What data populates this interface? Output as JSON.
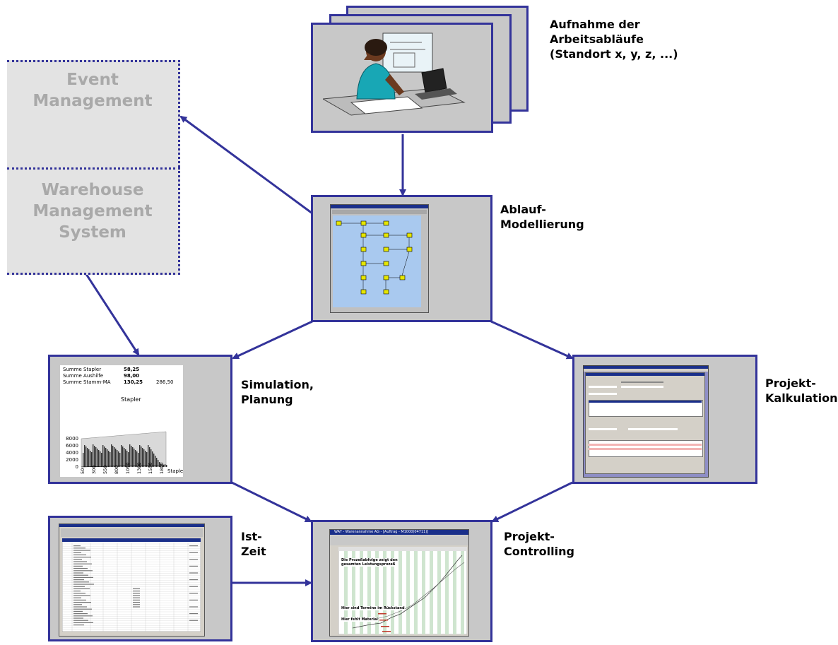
{
  "ghost_boxes": {
    "event_management": "Event\nManagement",
    "warehouse_management": "Warehouse\nManagement\nSystem"
  },
  "labels": {
    "aufnahme": "Aufnahme der\nArbeitsabläufe\n(Standort x, y, z, ...)",
    "ablauf": "Ablauf-\nModellierung",
    "simulation": "Simulation,\nPlanung",
    "kalkulation": "Projekt-\nKalkulation",
    "istzeit": "Ist-\nZeit",
    "controlling": "Projekt-\nControlling"
  },
  "simulation_thumb": {
    "rows": [
      {
        "label": "Summe Stapler",
        "v1": "58,25",
        "v2": ""
      },
      {
        "label": "Summe Aushilfe",
        "v1": "98,00",
        "v2": ""
      },
      {
        "label": "Summe Stamm-MA",
        "v1": "130,25",
        "v2": "286,50"
      }
    ],
    "chart_title": "Stapler",
    "y_ticks": [
      "8000",
      "6000",
      "4000",
      "2000",
      "0"
    ],
    "x_ticks": [
      "50",
      "300",
      "550",
      "800",
      "1050",
      "1300",
      "1550",
      "1800"
    ],
    "x_axis_label": "Stapler"
  },
  "controlling_thumb": {
    "title": "WAY - Warenannahme AG - [Auftrag - M1000(04711)]",
    "note1": "Die Prozeßabfolge zeigt den\ngesamten Leistungsprozeß",
    "note2": "Hier sind Termine im Rückstand",
    "note3": "Hier fehlt Material"
  },
  "colors": {
    "border": "#33339a",
    "box_fill": "#c8c8c8",
    "ghost_fill": "#e3e3e3",
    "ghost_text": "#a9a9a9"
  }
}
